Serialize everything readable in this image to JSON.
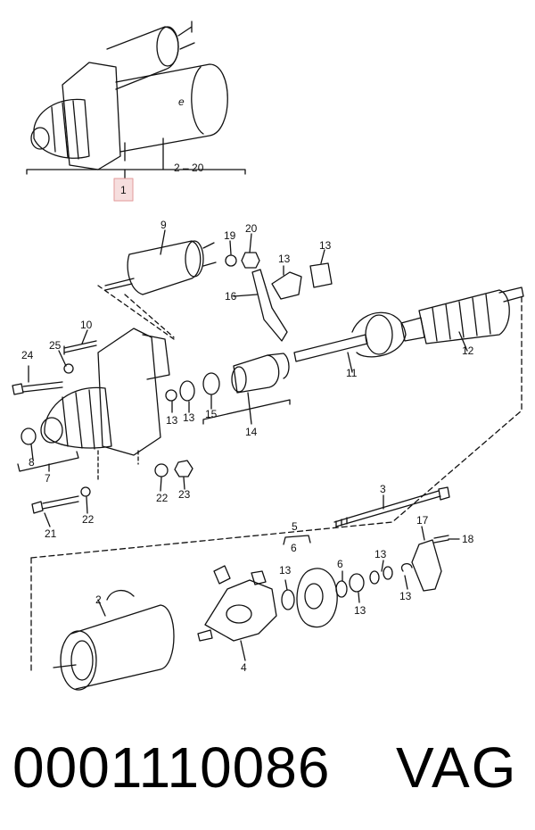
{
  "diagram": {
    "assembly_label": "1",
    "assembly_range": "2 – 20",
    "housing_mark": "e",
    "labels": [
      "9",
      "19",
      "20",
      "13",
      "13",
      "16",
      "10",
      "25",
      "24",
      "12",
      "11",
      "13",
      "13",
      "15",
      "14",
      "8",
      "7",
      "22",
      "23",
      "21",
      "22",
      "3",
      "5",
      "6",
      "17",
      "18",
      "13",
      "6",
      "13",
      "13",
      "13",
      "2",
      "4"
    ]
  },
  "caption": {
    "part_number": "0001110086",
    "brand": "VAG"
  },
  "colors": {
    "line": "#111111",
    "highlight_fill": "#f6dede",
    "highlight_stroke": "#e39a9a"
  }
}
